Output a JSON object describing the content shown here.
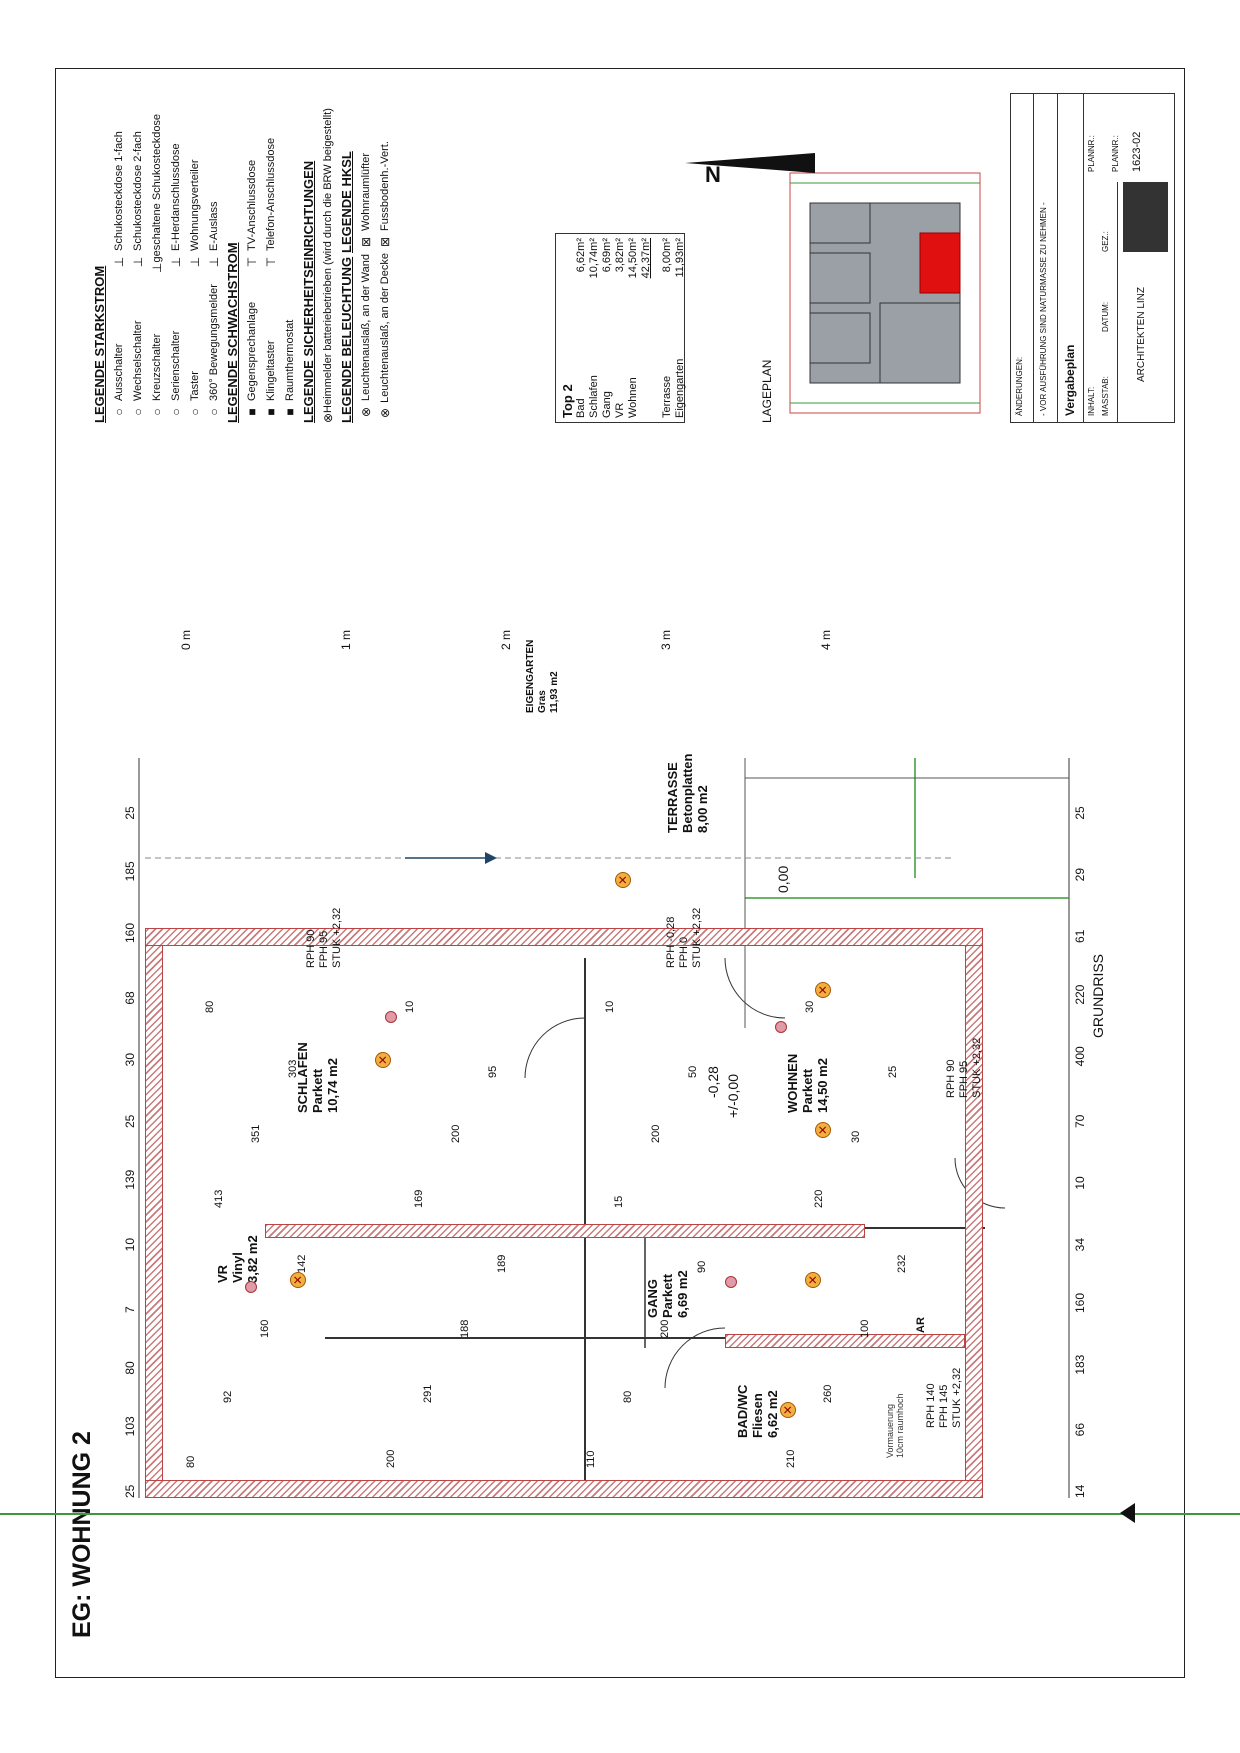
{
  "title": "EG: WOHNUNG 2",
  "grundriss": "GRUNDRISS",
  "legend": {
    "starkstrom_head": "LEGENDE STARKSTROM",
    "starkstrom_left": [
      "Ausschalter",
      "Wechselschalter",
      "Kreuzschalter",
      "Serienschalter",
      "Taster",
      "360° Bewegungsmelder"
    ],
    "starkstrom_right": [
      "Schukosteckdose 1-fach",
      "Schukosteckdose 2-fach",
      "geschaltene Schukosteckdose",
      "E-Herdanschlussdose",
      "Wohnungsverteiler",
      "E-Auslass"
    ],
    "schwachstrom_head": "LEGENDE SCHWACHSTROM",
    "schwachstrom_left": [
      "Gegensprechanlage",
      "Klingeltaster",
      "Raumthermostat"
    ],
    "schwachstrom_right": [
      "TV-Anschlussdose",
      "Telefon-Anschlussdose"
    ],
    "sicherheit_head": "LEGENDE SICHERHEITSEINRICHTUNGEN",
    "sicherheit_items": [
      "Heimmelder batteriebetrieben (wird durch die BRW beigestellt)"
    ],
    "beleuchtung_head": "LEGENDE BELEUCHTUNG",
    "beleuchtung_items": [
      "Leuchtenauslaß, an der Wand",
      "Leuchtenauslaß, an der Decke"
    ],
    "hksl_head": "LEGENDE HKSL",
    "hksl_items": [
      "Wohnraumlüfter",
      "Fussbodenh.-Vert."
    ]
  },
  "top2": {
    "title": "Top 2",
    "rows": [
      {
        "k": "Bad",
        "v": "6,62m²"
      },
      {
        "k": "Schlafen",
        "v": "10,74m²"
      },
      {
        "k": "Gang",
        "v": "6,69m²"
      },
      {
        "k": "VR",
        "v": "3,82m²"
      },
      {
        "k": "Wohnen",
        "v": "14,50m²"
      }
    ],
    "sum": "42,37m²",
    "extra": [
      {
        "k": "Terrasse",
        "v": "8,00m²"
      },
      {
        "k": "Eigengarten",
        "v": "11,93m²"
      }
    ]
  },
  "lageplan": "LAGEPLAN",
  "north": "N",
  "titleblock": {
    "aenderungen": "ÄNDERUNGEN:",
    "note": "- VOR AUSFÜHRUNG SIND NATURMASSE ZU NEHMEN -",
    "plan": "Vergabeplan",
    "inhalt": "INHALT:",
    "massstab": "MASSTAB:",
    "datum": "DATUM:",
    "gez": "GEZ.:",
    "planinr": "PLANNR.:",
    "planung": "PLANNR.:",
    "nummer": "1623-02",
    "firm": "ARCHITEKTEN LINZ"
  },
  "rooms": {
    "bad": [
      "BAD/WC",
      "Fliesen",
      "6,62 m2"
    ],
    "gang": [
      "GANG",
      "Parkett",
      "6,69 m2"
    ],
    "wohnen": [
      "WOHNEN",
      "Parkett",
      "14,50 m2"
    ],
    "schlafen": [
      "SCHLAFEN",
      "Parkett",
      "10,74 m2"
    ],
    "vr": [
      "VR",
      "Vinyl",
      "3,82 m2"
    ],
    "terrasse": [
      "TERRASSE",
      "Betonplatten",
      "8,00 m2"
    ],
    "eigengarten": [
      "EIGENGARTEN",
      "Gras",
      "11,93 m2"
    ],
    "ar": "AR"
  },
  "annotations": {
    "wohnen_level": "+/-0,00",
    "wohnen_level2": "-0,28",
    "terrasse_level": "0,00",
    "rph140": [
      "RPH 140",
      "FPH 145",
      "STUK +2,32"
    ],
    "rph90w": [
      "RPH 90",
      "FPH 95",
      "STUK +2,32"
    ],
    "rph_terr": [
      "RPH -0,28",
      "FPH 0",
      "STUK +2,32"
    ],
    "rph90s": [
      "RPH 90",
      "FPH 95",
      "STUK +2,32"
    ],
    "vormauer": [
      "Vormauerung",
      "10cm raumhoch"
    ]
  },
  "dims_top": [
    "25",
    "103",
    "80",
    "7",
    "10",
    "139",
    "25",
    "30",
    "68",
    "160",
    "185",
    "25"
  ],
  "dims_bottom": [
    "14",
    "66",
    "183",
    "160",
    "34",
    "10",
    "70",
    "400",
    "220",
    "61",
    "29",
    "25"
  ],
  "dims_misc": [
    "80",
    "92",
    "160",
    "142",
    "413",
    "351",
    "303",
    "80",
    "200",
    "291",
    "188",
    "189",
    "169",
    "200",
    "95",
    "10",
    "110",
    "80",
    "200",
    "90",
    "15",
    "200",
    "50",
    "10",
    "210",
    "260",
    "100",
    "232",
    "220",
    "30",
    "25",
    "30"
  ],
  "scale": [
    "0 m",
    "1 m",
    "2 m",
    "3 m",
    "4 m"
  ]
}
